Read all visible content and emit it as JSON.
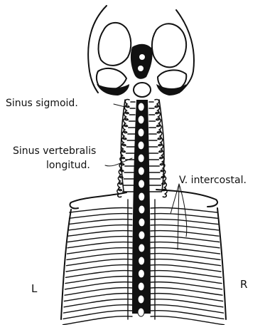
{
  "labels": {
    "sinus_sigmoid": "Sinus sigmoid.",
    "sinus_vertebralis_line1": "Sinus vertebralis",
    "sinus_vertebralis_line2": "longitud.",
    "v_intercostal": "V. intercostal.",
    "left": "L",
    "right": "R"
  },
  "colors": {
    "ink": "#111111",
    "paper": "#ffffff"
  }
}
